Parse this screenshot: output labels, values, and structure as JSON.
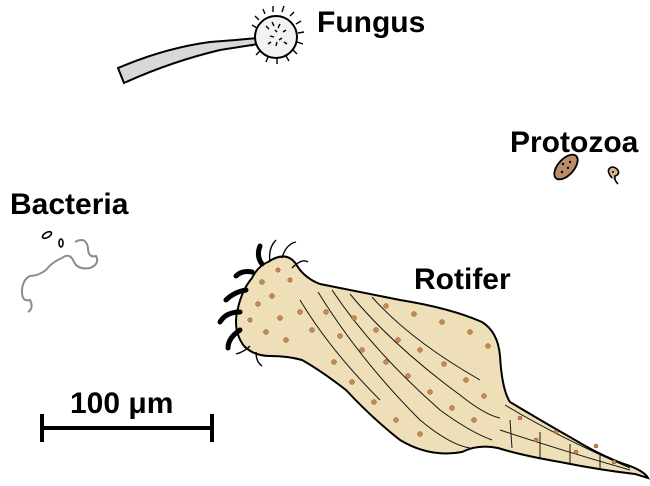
{
  "labels": {
    "fungus": "Fungus",
    "protozoa": "Protozoa",
    "bacteria": "Bacteria",
    "rotifer": "Rotifer"
  },
  "scale_bar": {
    "label": "100 μm"
  },
  "colors": {
    "fungus_stalk": "#d8d8d8",
    "protozoa": "#b98d69",
    "bacteria_line": "#8c8c8c",
    "rotifer_body": "#efdfb9",
    "rotifer_dots": "#c98a52",
    "outline": "#000000"
  }
}
